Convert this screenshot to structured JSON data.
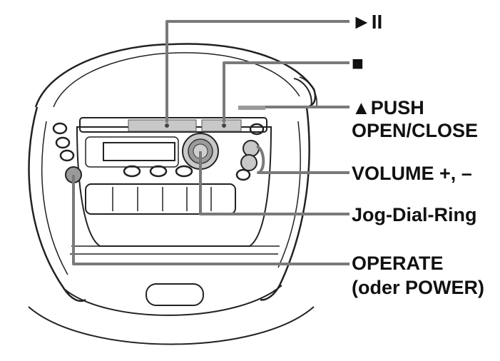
{
  "diagram": {
    "callouts": {
      "play_pause": "►II",
      "stop": "■",
      "push_line1": "▲PUSH",
      "push_line2": "OPEN/CLOSE",
      "volume": "VOLUME +, –",
      "jog_dial": "Jog-Dial-Ring",
      "operate_line1": "OPERATE",
      "operate_line2": "(oder POWER)"
    },
    "colors": {
      "ink": "#222222",
      "leader": "#7a7a7a",
      "highlight": "#c8c8c8",
      "highlight_dark": "#9a9a9a"
    }
  }
}
